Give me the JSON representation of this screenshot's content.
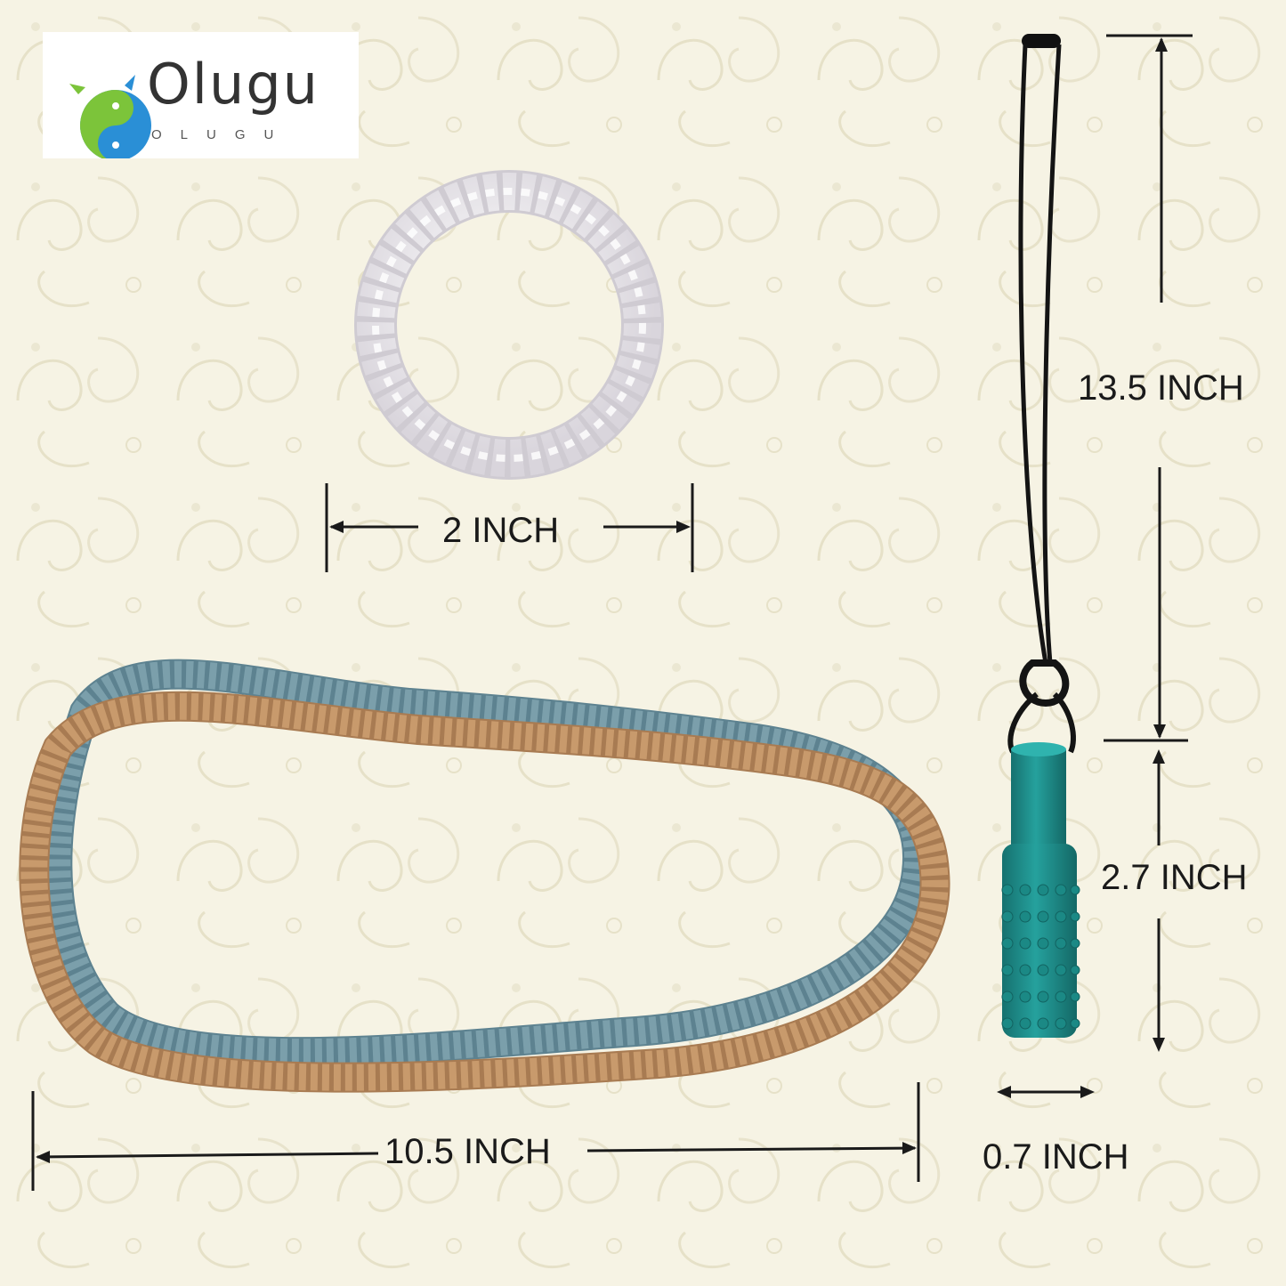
{
  "brand": {
    "name": "Olugu",
    "subtitle": "OLUGU"
  },
  "measurements": {
    "bracelet_width": "2 INCH",
    "necklace_width": "10.5 INCH",
    "cord_length": "13.5 INCH",
    "pendant_length": "2.7 INCH",
    "pendant_width": "0.7 INCH"
  },
  "colors": {
    "background": "#f6f3e4",
    "bracelet": "#f4f2f4",
    "necklace_blue": "#7b9fab",
    "necklace_tan": "#c89a6c",
    "pendant": "#1f8f8c",
    "cord": "#141414",
    "logo_green": "#7cc43a",
    "logo_blue": "#2a8fd6"
  },
  "icons": {
    "logo": "fish-yin-yang-icon"
  }
}
